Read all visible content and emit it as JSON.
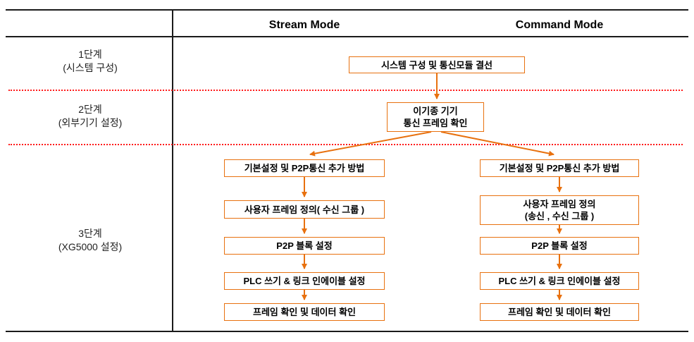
{
  "header": {
    "stream_mode": "Stream Mode",
    "command_mode": "Command Mode"
  },
  "stages": [
    {
      "line1": "1단계",
      "line2": "(시스템 구성)"
    },
    {
      "line1": "2단계",
      "line2": "(외부기기 설정)"
    },
    {
      "line1": "3단계",
      "line2": "(XG5000 설정)"
    }
  ],
  "flow": {
    "system_box": "시스템 구성 및 통신모듈 결선",
    "frame_check_box": "이기종 기기\n통신 프레임 확인",
    "stream_steps": [
      "기본설정 및 P2P통신 추가 방법",
      "사용자 프레임 정의( 수신 그룹 )",
      "P2P 블록 설정",
      "PLC 쓰기 & 링크 인에이블 설정",
      "프레임 확인 및 데이터 확인"
    ],
    "command_steps": [
      "기본설정 및 P2P통신 추가 방법",
      "사용자 프레임 정의\n(송신 , 수신 그룹 )",
      "P2P 블록 설정",
      "PLC 쓰기 & 링크 인에이블 설정",
      "프레임 확인 및 데이터 확인"
    ]
  },
  "colors": {
    "accent_orange": "#e8710f",
    "divider_red": "#ff1a1a",
    "line_black": "#1a1a1a"
  }
}
